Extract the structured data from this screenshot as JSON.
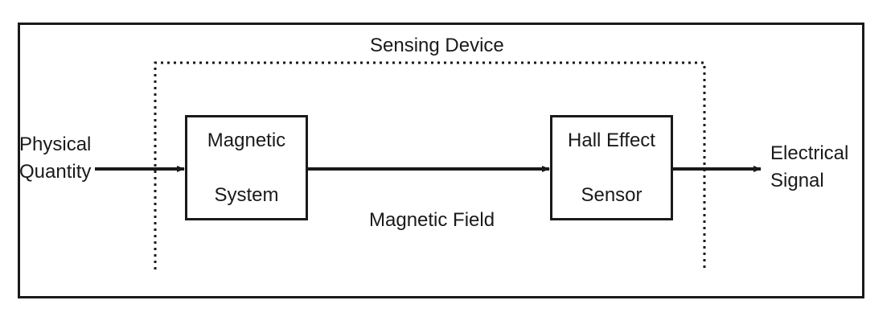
{
  "diagram": {
    "device_label": "Sensing Device",
    "input_label": [
      "Physical",
      "Quantity"
    ],
    "block_1": [
      "Magnetic",
      "System"
    ],
    "link_label": "Magnetic Field",
    "block_2": [
      "Hall Effect",
      "Sensor"
    ],
    "output_label": [
      "Electrical",
      "Signal"
    ]
  },
  "colors": {
    "ink": "#1a1a1a",
    "background": "#ffffff"
  }
}
